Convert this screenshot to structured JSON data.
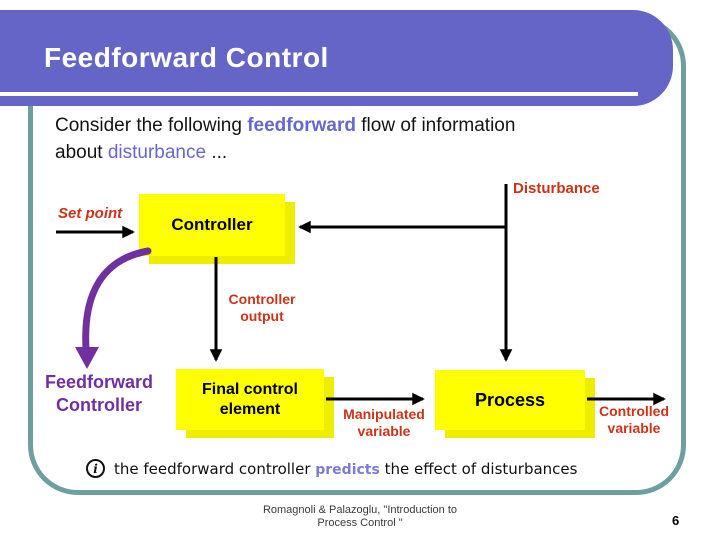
{
  "header": {
    "title": "Feedforward Control"
  },
  "body": {
    "line1_pre": "Consider the following ",
    "line1_highlight": "feedforward",
    "line1_post": " flow of information",
    "line2_pre": "about ",
    "line2_highlight": "disturbance",
    "line2_post": " ..."
  },
  "diagram": {
    "disturbance_label": "Disturbance",
    "set_point_label": "Set point",
    "controller_box": "Controller",
    "controller_output_label": "Controller output",
    "feedforward_controller_label": "Feedforward Controller",
    "final_control_box": "Final control element",
    "manipulated_variable_label": "Manipulated variable",
    "process_box": "Process",
    "controlled_variable_label": "Controlled variable"
  },
  "note": {
    "info_symbol": "i",
    "pre": "the feedforward controller ",
    "highlight": "predicts",
    "post": " the effect of disturbances"
  },
  "footer": {
    "citation_line1": "Romagnoli & Palazoglu, \"Introduction to",
    "citation_line2": "Process Control \"",
    "page_number": "6"
  },
  "colors": {
    "banner_purple": "#6565c8",
    "border_teal": "#6e9e9e",
    "box_yellow": "#ffff00",
    "box_shadow_yellow": "#eded00",
    "label_red": "#cc3318",
    "label_purple": "#7030a0",
    "highlight_blue": "#6767cd",
    "arrow_black": "#000000"
  }
}
